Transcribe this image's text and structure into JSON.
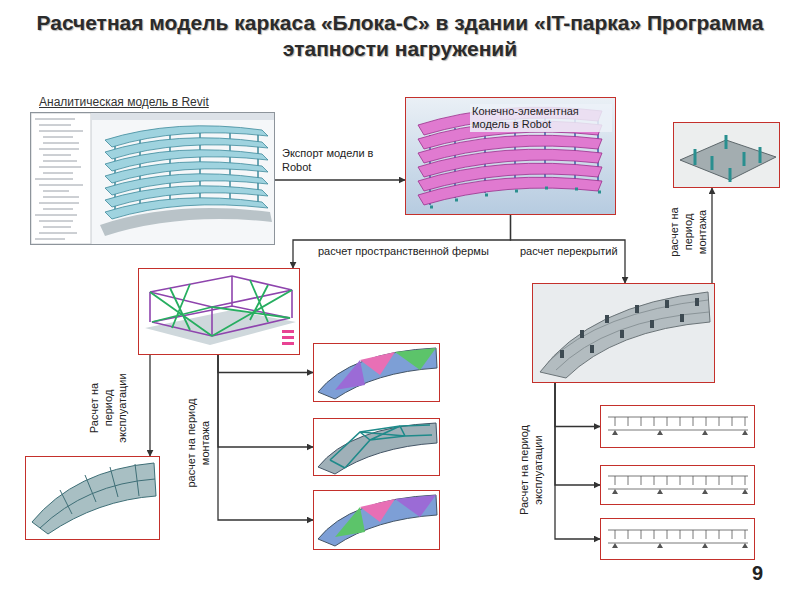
{
  "diagram": {
    "title": "Расчетная модель каркаса «Блока-С» в здании «IT-парка» Программа этапности нагружений",
    "nodes": [
      {
        "text": [
          "Аналитическая модель в Revit"
        ]
      },
      {
        "text": [
          "Конечно-элементная модель в Robot"
        ]
      },
      {
        "text": []
      },
      {
        "text": []
      },
      {
        "text": []
      },
      {
        "text": []
      },
      {
        "text": []
      },
      {
        "text": []
      },
      {
        "text": []
      },
      {
        "text": []
      },
      {
        "text": []
      },
      {
        "text": []
      }
    ],
    "edges": [
      {
        "from": 0,
        "to": 1,
        "label": "Экспорт модели в Robot",
        "arrow": "to"
      },
      {
        "from": 1,
        "to": 2,
        "label": "расчет пространственной фермы",
        "arrow": "to"
      },
      {
        "from": 1,
        "to": 3,
        "label": "расчет перекрытий",
        "arrow": "to"
      },
      {
        "from": 3,
        "to": 4,
        "label": "расчет на период монтажа",
        "arrow": "to"
      },
      {
        "from": 2,
        "to": 8,
        "label": "Расчет на период эксплуатации",
        "arrow": "to"
      },
      {
        "from": 2,
        "to": 5,
        "label": "расчет на период монтажа",
        "arrow": "to"
      },
      {
        "from": 2,
        "to": 6,
        "arrow": "to"
      },
      {
        "from": 2,
        "to": 7,
        "arrow": "to"
      },
      {
        "from": 3,
        "to": 9,
        "label": "Расчет на период эксплуатации",
        "arrow": "to"
      },
      {
        "from": 3,
        "to": 10,
        "arrow": "to"
      },
      {
        "from": 3,
        "to": 11,
        "arrow": "to"
      }
    ],
    "labels": [
      "9"
    ]
  }
}
